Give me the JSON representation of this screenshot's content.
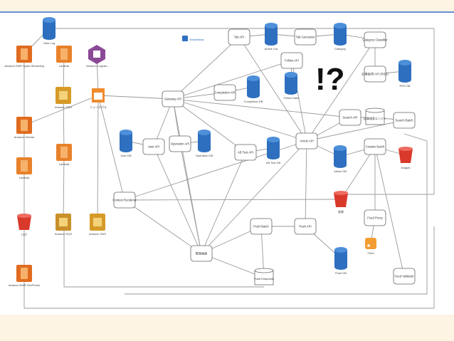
{
  "diagram": {
    "nodes": [
      {
        "id": "click_log",
        "kind": "db",
        "label": "Click Log"
      },
      {
        "id": "kinesis_spark",
        "kind": "kinesis",
        "label": "Amazon EMR Spark Streaming"
      },
      {
        "id": "lambda_top",
        "kind": "lambda",
        "label": "Lambda"
      },
      {
        "id": "cognito",
        "kind": "cognito",
        "label": "Amazon Cognito"
      },
      {
        "id": "sns_top",
        "kind": "sns",
        "label": "Amazon SNS"
      },
      {
        "id": "queue",
        "kind": "queue",
        "label": "ニュースパス"
      },
      {
        "id": "kinesis_mid",
        "kind": "kinesis",
        "label": "Amazon Kinesis"
      },
      {
        "id": "lambda_left",
        "kind": "lambda",
        "label": "Lambda"
      },
      {
        "id": "lambda_mid",
        "kind": "lambda",
        "label": "Lambda"
      },
      {
        "id": "s3_left",
        "kind": "s3",
        "label": "ログ"
      },
      {
        "id": "sqs",
        "kind": "sqs",
        "label": "Amazon SQS"
      },
      {
        "id": "sns_bottom",
        "kind": "sns",
        "label": "Amazon SNS"
      },
      {
        "id": "kinesis_fh",
        "kind": "kinesis",
        "label": "Amazon EMR FirePresto"
      },
      {
        "id": "tab_api",
        "kind": "box",
        "label": "Tab API"
      },
      {
        "id": "article_list",
        "kind": "db",
        "label": "Article List"
      },
      {
        "id": "tab_gen",
        "kind": "box",
        "label": "Tab Generator"
      },
      {
        "id": "category",
        "kind": "db",
        "label": "Category"
      },
      {
        "id": "category_classifier",
        "kind": "box",
        "label": "Category Classifier"
      },
      {
        "id": "follow_api",
        "kind": "box",
        "label": "Follow API"
      },
      {
        "id": "follow_data",
        "kind": "db",
        "label": "Follow Data"
      },
      {
        "id": "gateway_api",
        "kind": "box",
        "label": "Gateway API"
      },
      {
        "id": "completion_api",
        "kind": "box",
        "label": "Completion API"
      },
      {
        "id": "completion_db",
        "kind": "db",
        "label": "Completion DB"
      },
      {
        "id": "rss_api",
        "kind": "box",
        "label": "記事取得 API (RSS)"
      },
      {
        "id": "rss_db",
        "kind": "db",
        "label": "RSS DB"
      },
      {
        "id": "search_api",
        "kind": "box",
        "label": "Search API"
      },
      {
        "id": "search_engine",
        "kind": "cyl",
        "label": "記事検索エンジン"
      },
      {
        "id": "search_batch",
        "kind": "box",
        "label": "Search Batch"
      },
      {
        "id": "user_db",
        "kind": "db",
        "label": "User DB"
      },
      {
        "id": "user_api",
        "kind": "box",
        "label": "User API"
      },
      {
        "id": "operation_api",
        "kind": "box",
        "label": "Operation API"
      },
      {
        "id": "operation_db",
        "kind": "db",
        "label": "Operation DB"
      },
      {
        "id": "ab_test_api",
        "kind": "box",
        "label": "AB Test API"
      },
      {
        "id": "ab_test_db",
        "kind": "db",
        "label": "AB Test DB"
      },
      {
        "id": "article_api",
        "kind": "box",
        "label": "Article API"
      },
      {
        "id": "crawler_batch",
        "kind": "box",
        "label": "Crawler Batch"
      },
      {
        "id": "article_db",
        "kind": "db",
        "label": "Article DB"
      },
      {
        "id": "images",
        "kind": "s3",
        "label": "Images"
      },
      {
        "id": "s3_mid",
        "kind": "s3",
        "label": "画像"
      },
      {
        "id": "content_renderer",
        "kind": "box",
        "label": "Content Renderer"
      },
      {
        "id": "feed_proxy",
        "kind": "box",
        "label": "Feed Proxy"
      },
      {
        "id": "feed",
        "kind": "rss",
        "label": "Feed"
      },
      {
        "id": "push_batch",
        "kind": "box",
        "label": "Push Batch"
      },
      {
        "id": "push_api",
        "kind": "box",
        "label": "Push API"
      },
      {
        "id": "admin",
        "kind": "box",
        "label": "管理画面"
      },
      {
        "id": "push_db",
        "kind": "db",
        "label": "Push DB"
      },
      {
        "id": "push_endpoints",
        "kind": "cyl",
        "label": "Push Endpoints"
      },
      {
        "id": "feed_validator",
        "kind": "box",
        "label": "Feed Validator"
      }
    ],
    "annotation": "!?",
    "brand": "SmartNews",
    "colors": {
      "db": "#2e6fbf",
      "lambda": "#e8812a",
      "kinesis": "#e06b1e",
      "s3": "#d9392b",
      "sns": "#d59a28",
      "sqs": "#c9902a",
      "cognito": "#8a4a96",
      "queue": "#f08b2e",
      "edge": "#9a9a9a",
      "box_border": "#666666",
      "accent_rule": "#6a8fd8",
      "band": "#fdf4e3"
    }
  }
}
